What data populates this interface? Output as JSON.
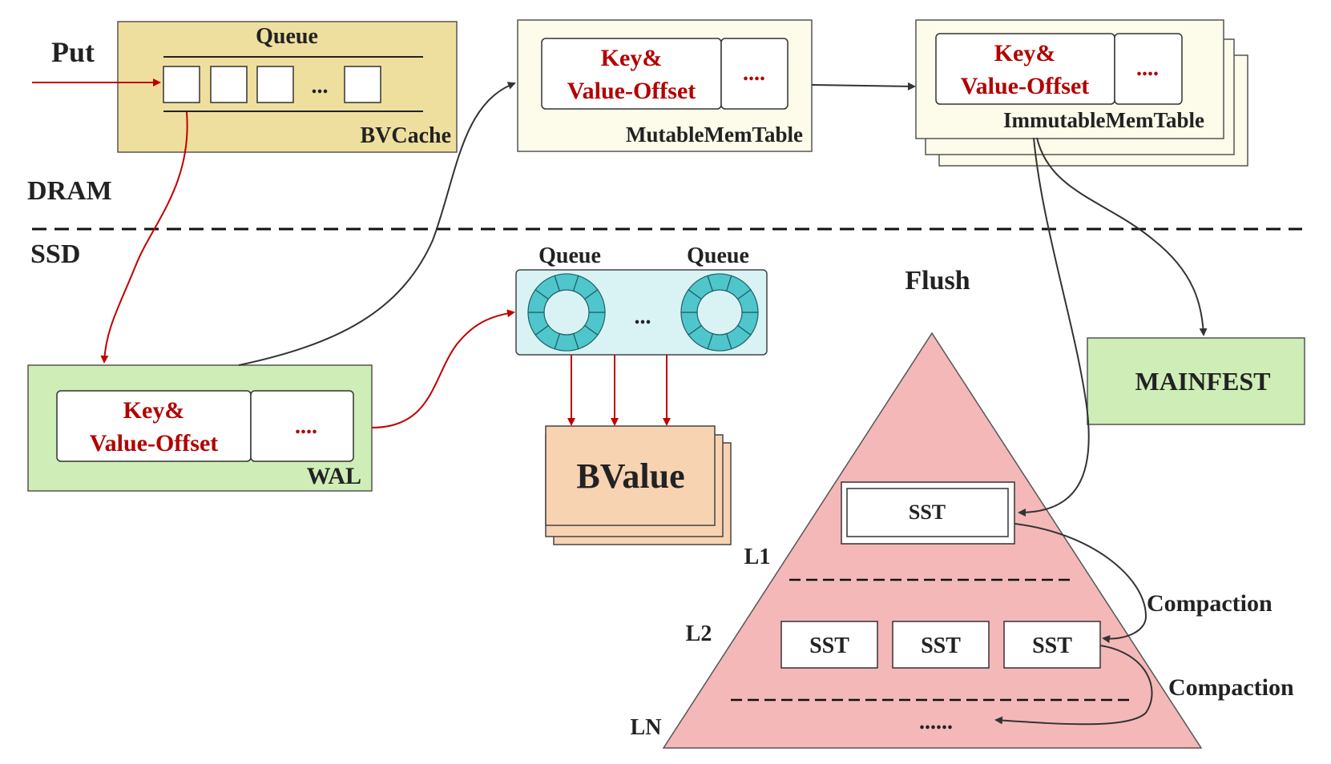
{
  "labels": {
    "put": "Put",
    "dram": "DRAM",
    "ssd": "SSD",
    "flush": "Flush",
    "l1": "L1",
    "l2": "L2",
    "ln": "LN"
  },
  "bvcache": {
    "queue_label": "Queue",
    "ellipsis": "...",
    "name": "BVCache"
  },
  "mutable_memtable": {
    "key_line1": "Key&",
    "key_line2": "Value-Offset",
    "ellipsis": "....",
    "name": "MutableMemTable"
  },
  "immutable_memtable": {
    "key_line1": "Key&",
    "key_line2": "Value-Offset",
    "ellipsis": "....",
    "name": "ImmutableMemTable"
  },
  "wal": {
    "key_line1": "Key&",
    "key_line2": "Value-Offset",
    "ellipsis": "....",
    "name": "WAL"
  },
  "queues": {
    "left_label": "Queue",
    "right_label": "Queue",
    "ellipsis": "..."
  },
  "bvalue": {
    "name": "BValue"
  },
  "manifest": {
    "name": "MAINFEST"
  },
  "lsm": {
    "sst_label": "SST",
    "bottom_ellipsis": "......",
    "compaction_1": "Compaction",
    "compaction_2": "Compaction"
  },
  "colors": {
    "bvcache_fill": "#efdf9f",
    "memtable_fill": "#fdfbea",
    "wal_fill": "#cfedb7",
    "queue_panel_fill": "#d9f3f5",
    "ring_fill": "#4fc6cb",
    "bvalue_fill": "#f7d3b2",
    "manifest_fill": "#cfedb7",
    "pyramid_fill": "#f4b8b8",
    "red_arrow": "#c00000",
    "black_arrow": "#333333"
  }
}
